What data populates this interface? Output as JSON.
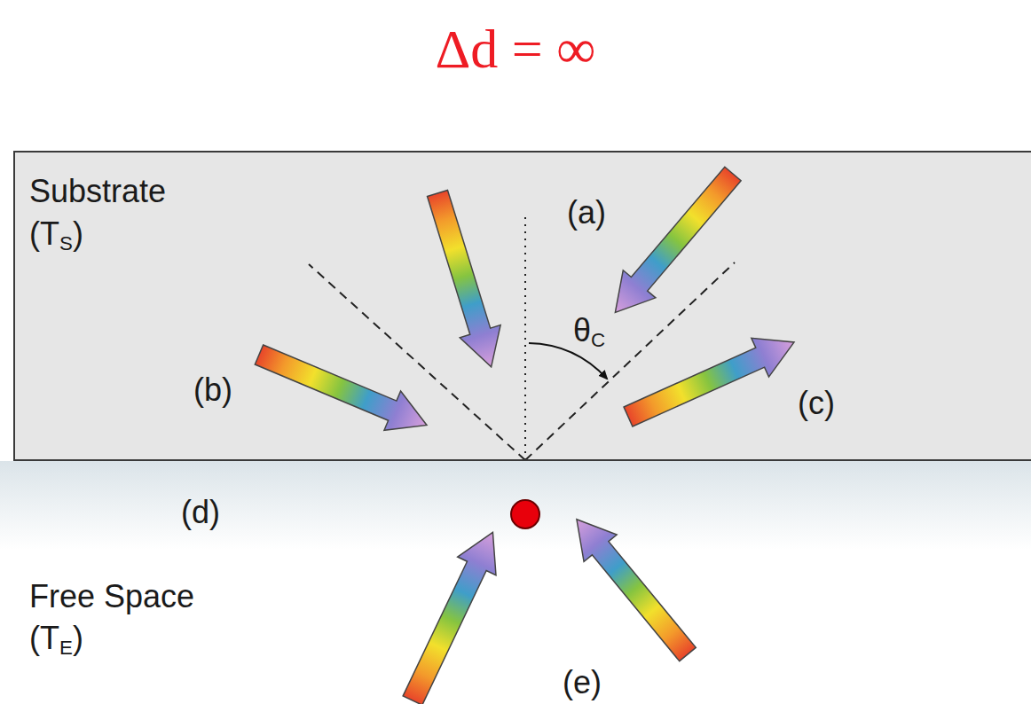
{
  "diagram": {
    "title": "Δd = ∞",
    "nodes": [
      {
        "text": [
          "Substrate (TS)"
        ]
      }
    ],
    "labels": [
      "(a)",
      "θC",
      "(b)",
      "(c)",
      "(d)",
      "Free Space (TE)",
      "(e)"
    ]
  }
}
